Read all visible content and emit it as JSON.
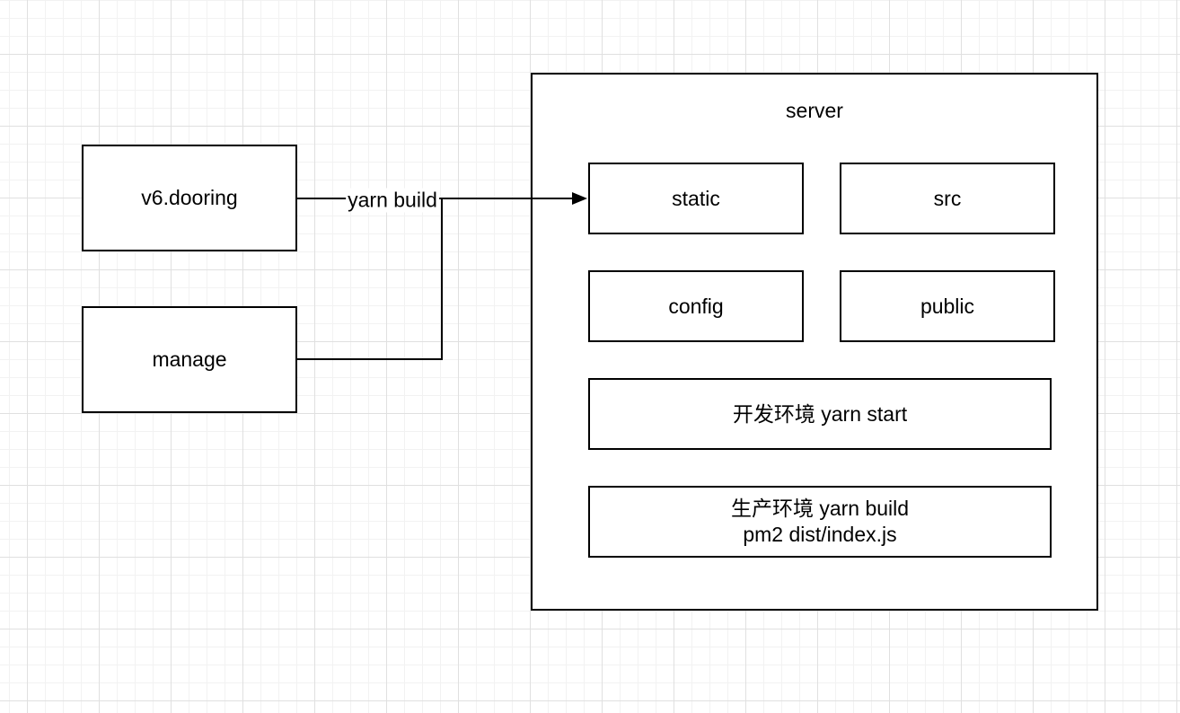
{
  "canvas": {
    "background": "#ffffff",
    "grid_minor_color": "#f2f2f2",
    "grid_major_color": "#e0e0e0",
    "stroke_color": "#000000",
    "text_color": "#000000"
  },
  "nodes": {
    "v6_dooring": {
      "label": "v6.dooring"
    },
    "manage": {
      "label": "manage"
    },
    "server": {
      "label": "server"
    },
    "static": {
      "label": "static"
    },
    "src": {
      "label": "src"
    },
    "config": {
      "label": "config"
    },
    "public": {
      "label": "public"
    },
    "dev_env": {
      "label": "开发环境 yarn start"
    },
    "prod_env": {
      "line1": "生产环境 yarn build",
      "line2": "pm2 dist/index.js"
    }
  },
  "edges": {
    "yarn_build": {
      "label": "yarn build"
    }
  }
}
